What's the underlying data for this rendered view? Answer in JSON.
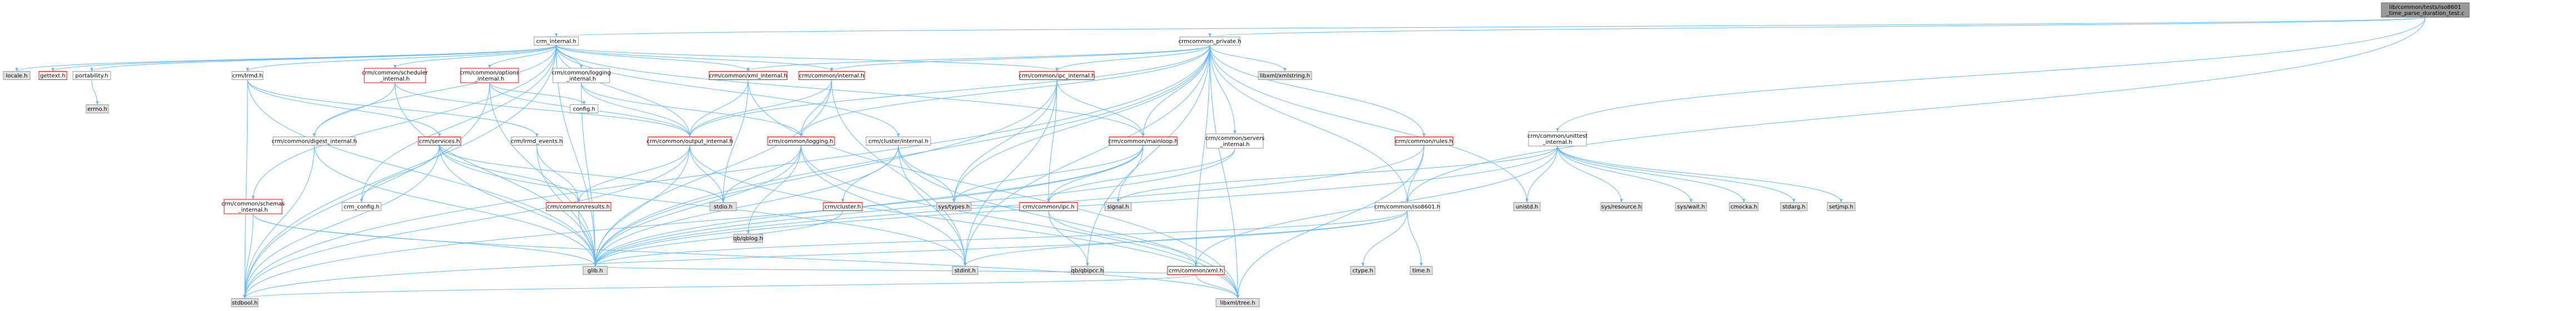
{
  "graph": {
    "colors": {
      "root_fill": "#999999",
      "header_fill": "#ffffff",
      "system_fill": "#e0e0e0",
      "border_default": "#999999",
      "border_missing": "#ff0000",
      "edge": "#63b8ff",
      "edge_unresolved": "#e05555"
    },
    "nodes": {
      "root": {
        "lines": [
          "lib/common/tests/iso8601",
          "_time_parse_duration_test.c"
        ]
      },
      "crm_internal": {
        "lines": [
          "crm_internal.h"
        ]
      },
      "common_private": {
        "lines": [
          "crmcommon_private.h"
        ]
      },
      "unittest_int": {
        "lines": [
          "crm/common/unittest",
          "_internal.h"
        ]
      },
      "locale": {
        "lines": [
          "locale.h"
        ]
      },
      "gettext": {
        "lines": [
          "gettext.h"
        ]
      },
      "portability": {
        "lines": [
          "portability.h"
        ]
      },
      "errno": {
        "lines": [
          "errno.h"
        ]
      },
      "lrmd": {
        "lines": [
          "crm/lrmd.h"
        ]
      },
      "sched_int": {
        "lines": [
          "crm/common/scheduler",
          "_internal.h"
        ]
      },
      "options_int": {
        "lines": [
          "crm/common/options",
          "_internal.h"
        ]
      },
      "logging_int": {
        "lines": [
          "crm/common/logging",
          "_internal.h"
        ]
      },
      "xml_int": {
        "lines": [
          "crm/common/xml_internal.h"
        ]
      },
      "internal_h": {
        "lines": [
          "crm/common/internal.h"
        ]
      },
      "ipc_int": {
        "lines": [
          "crm/common/ipc_internal.h"
        ]
      },
      "libxml_str": {
        "lines": [
          "libxml/xmlstring.h"
        ]
      },
      "rules": {
        "lines": [
          "crm/common/rules.h"
        ]
      },
      "digest_int": {
        "lines": [
          "crm/common/digest_internal.h"
        ]
      },
      "services": {
        "lines": [
          "crm/services.h"
        ]
      },
      "lrmd_events": {
        "lines": [
          "crm/lrmd_events.h"
        ]
      },
      "config": {
        "lines": [
          "config.h"
        ]
      },
      "output_int": {
        "lines": [
          "crm/common/output_internal.h"
        ]
      },
      "logging": {
        "lines": [
          "crm/common/logging.h"
        ]
      },
      "cluster_int": {
        "lines": [
          "crm/cluster/internal.h"
        ]
      },
      "mainloop": {
        "lines": [
          "crm/common/mainloop.h"
        ]
      },
      "servers_int": {
        "lines": [
          "crm/common/servers",
          "_internal.h"
        ]
      },
      "iso8601": {
        "lines": [
          "crm/common/iso8601.h"
        ]
      },
      "unistd": {
        "lines": [
          "unistd.h"
        ]
      },
      "sys_resource": {
        "lines": [
          "sys/resource.h"
        ]
      },
      "sys_wait": {
        "lines": [
          "sys/wait.h"
        ]
      },
      "cmocka": {
        "lines": [
          "cmocka.h"
        ]
      },
      "stdarg": {
        "lines": [
          "stdarg.h"
        ]
      },
      "setjmp": {
        "lines": [
          "setjmp.h"
        ]
      },
      "schemas_int": {
        "lines": [
          "crm/common/schemas",
          "_internal.h"
        ]
      },
      "crm_config": {
        "lines": [
          "crm_config.h"
        ]
      },
      "results": {
        "lines": [
          "crm/common/results.h"
        ]
      },
      "stdio": {
        "lines": [
          "stdio.h"
        ]
      },
      "qb_log": {
        "lines": [
          "qb/qblog.h"
        ]
      },
      "cluster": {
        "lines": [
          "crm/cluster.h"
        ]
      },
      "sys_types": {
        "lines": [
          "sys/types.h"
        ]
      },
      "ipc": {
        "lines": [
          "crm/common/ipc.h"
        ]
      },
      "signal": {
        "lines": [
          "signal.h"
        ]
      },
      "ctype": {
        "lines": [
          "ctype.h"
        ]
      },
      "time": {
        "lines": [
          "time.h"
        ]
      },
      "glib": {
        "lines": [
          "glib.h"
        ]
      },
      "stdint": {
        "lines": [
          "stdint.h"
        ]
      },
      "qb_ipcc": {
        "lines": [
          "qb/qbipcc.h"
        ]
      },
      "common_xml": {
        "lines": [
          "crm/common/xml.h"
        ]
      },
      "stdbool": {
        "lines": [
          "stdbool.h"
        ]
      },
      "libxml_tree": {
        "lines": [
          "libxml/tree.h"
        ]
      }
    }
  }
}
